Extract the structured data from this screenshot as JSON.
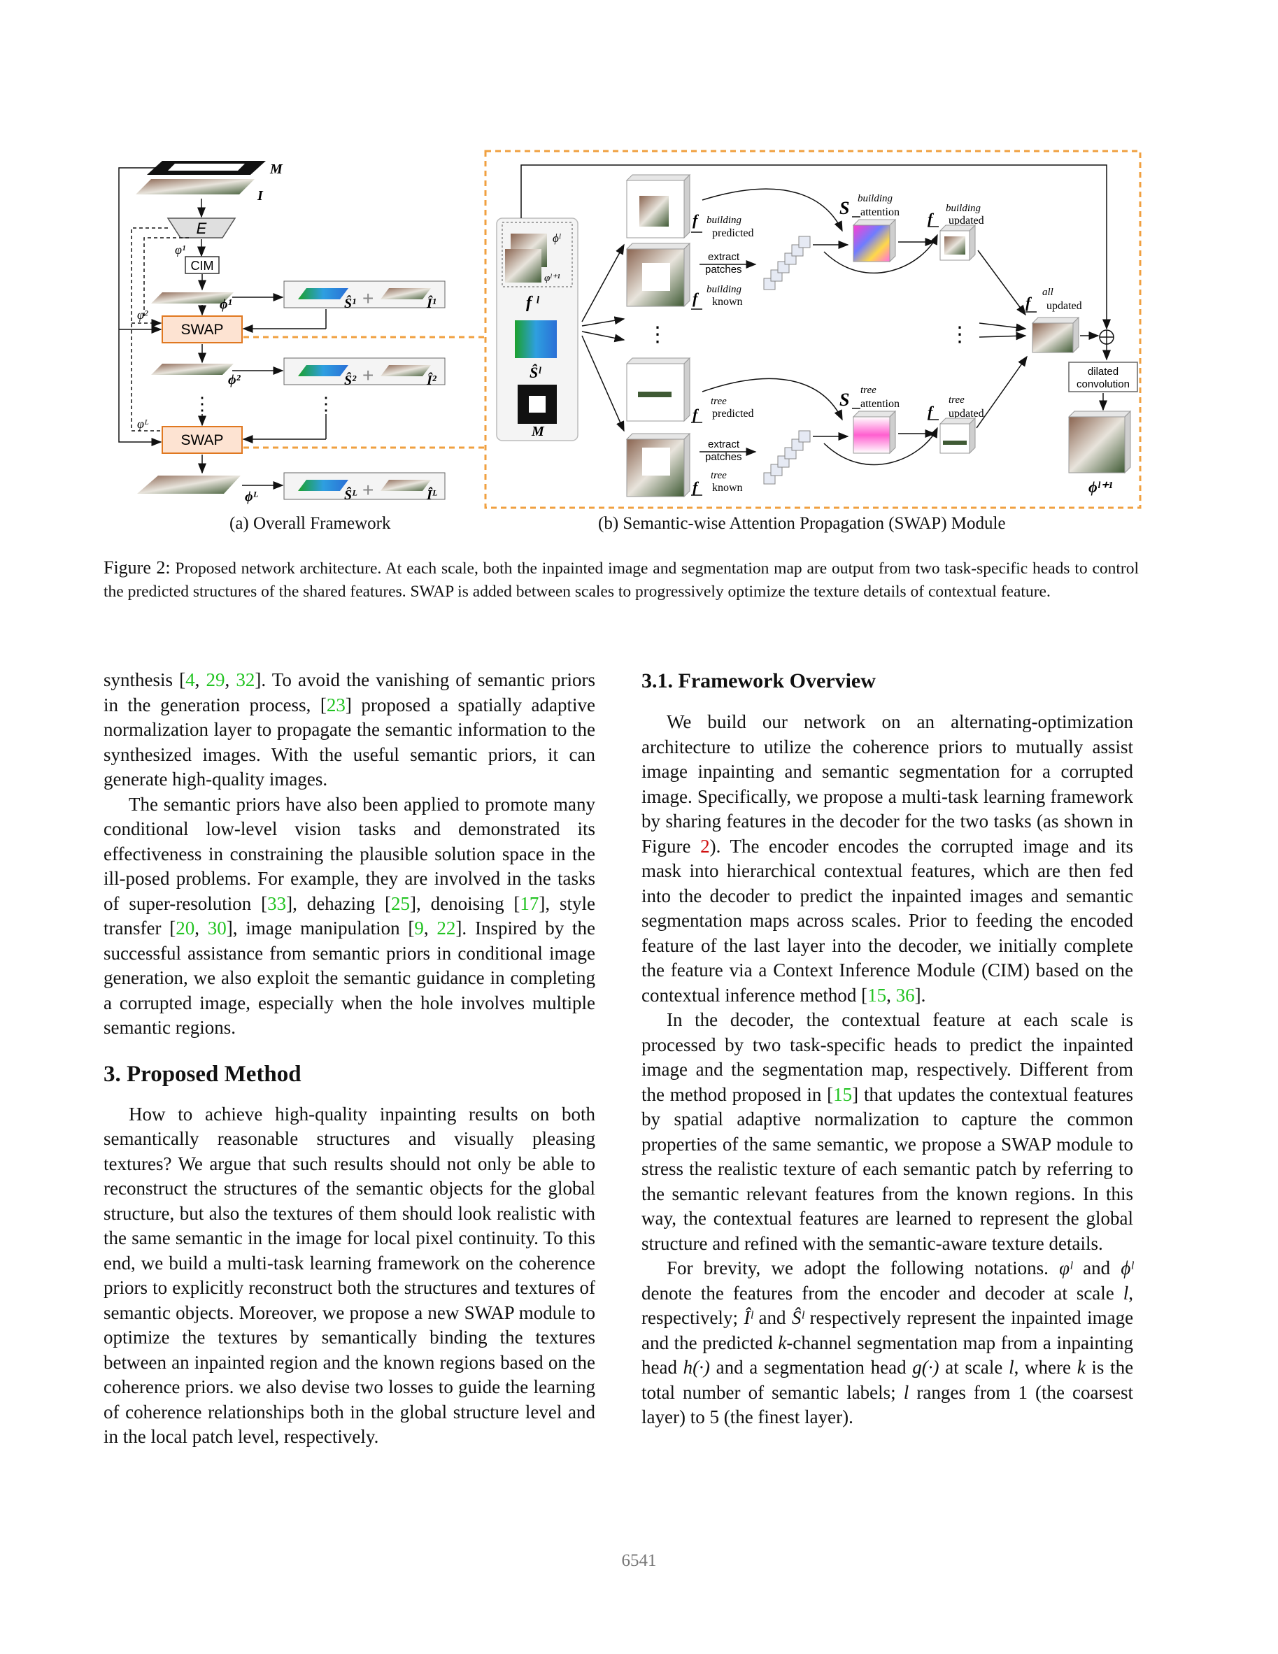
{
  "figure": {
    "panel_a": {
      "caption": "(a) Overall Framework",
      "labels": {
        "M": "M",
        "I": "I",
        "E": "E",
        "phi_var1": "φ¹",
        "cim": "CIM",
        "phi1": "ϕ¹",
        "S1": "Ŝ¹",
        "I1": "Î¹",
        "phi_var2": "φ²",
        "swap": "SWAP",
        "phi2": "ϕ²",
        "S2": "Ŝ²",
        "I2": "Î²",
        "phi_varL": "φᴸ",
        "phiL": "ϕᴸ",
        "SL": "Ŝᴸ",
        "IL": "Îᴸ",
        "plus": "+",
        "dots": "⋮"
      }
    },
    "panel_b": {
      "caption": "(b) Semantic-wise Attention Propagation (SWAP) Module",
      "labels": {
        "phi_l": "ϕˡ",
        "phi_l1": "φˡ⁺¹",
        "f_l": "f ˡ",
        "S_l": "Ŝˡ",
        "M": "M",
        "f": "f",
        "building": "building",
        "tree": "tree",
        "all": "all",
        "predicted": "predicted",
        "known": "known",
        "updated": "updated",
        "attention": "attention",
        "S": "S",
        "extract": "extract",
        "patches": "patches",
        "dilated": "dilated",
        "convolution": "convolution",
        "phi_out": "ϕˡ⁺¹",
        "dots": "⋮",
        "oplus": "⊕"
      }
    },
    "caption_label": "Figure 2:",
    "caption_text": "Proposed network architecture. At each scale, both the inpainted image and segmentation map are output from two task-specific heads to control the predicted structures of the shared features. SWAP is added between scales to progressively optimize the texture details of contextual feature."
  },
  "left_column": {
    "p1": {
      "t1": "synthesis [",
      "r1": "4",
      "t2": ", ",
      "r2": "29",
      "t3": ", ",
      "r3": "32",
      "t4": "]. To avoid the vanishing of semantic priors in the generation process, [",
      "r4": "23",
      "t5": "] proposed a spatially adaptive normalization layer to propagate the semantic information to the synthesized images. With the useful semantic priors, it can generate high-quality images."
    },
    "p2": {
      "t1": "The semantic priors have also been applied to promote many conditional low-level vision tasks and demonstrated its effectiveness in constraining the plausible solution space in the ill-posed problems. For example, they are involved in the tasks of super-resolution [",
      "r1": "33",
      "t2": "], dehazing [",
      "r2": "25",
      "t3": "], denoising [",
      "r3": "17",
      "t4": "], style transfer [",
      "r4": "20",
      "t5": ", ",
      "r5": "30",
      "t6": "], image manipulation [",
      "r6": "9",
      "t7": ", ",
      "r7": "22",
      "t8": "]. Inspired by the successful assistance from semantic priors in conditional image generation, we also exploit the semantic guidance in completing a corrupted image, especially when the hole involves multiple semantic regions."
    },
    "heading": "3. Proposed Method",
    "p3": "How to achieve high-quality inpainting results on both semantically reasonable structures and visually pleasing textures? We argue that such results should not only be able to reconstruct the structures of the semantic objects for the global structure, but also the textures of them should look realistic with the same semantic in the image for local pixel continuity. To this end, we build a multi-task learning framework on the coherence priors to explicitly reconstruct both the structures and textures of semantic objects. Moreover, we propose a new SWAP module to optimize the textures by semantically binding the textures between an inpainted region and the known regions based on the coherence priors. we also devise two losses to guide the learning of coherence relationships both in the global structure level and in the local patch level, respectively."
  },
  "right_column": {
    "heading": "3.1. Framework Overview",
    "p1": {
      "t1": "We build our network on an alternating-optimization architecture to utilize the coherence priors to mutually assist image inpainting and semantic segmentation for a corrupted image. Specifically, we propose a multi-task learning framework by sharing features in the decoder for the two tasks (as shown in Figure ",
      "fig": "2",
      "t2": "). The encoder encodes the corrupted image and its mask into hierarchical contextual features, which are then fed into the decoder to predict the inpainted images and semantic segmentation maps across scales. Prior to feeding the encoded feature of the last layer into the decoder, we initially complete the feature via a Context Inference Module (CIM) based on the contextual inference method [",
      "r1": "15",
      "t3": ", ",
      "r2": "36",
      "t4": "]."
    },
    "p2": {
      "t1": "In the decoder, the contextual feature at each scale is processed by two task-specific heads to predict the inpainted image and the segmentation map, respectively. Different from the method proposed in [",
      "r1": "15",
      "t2": "] that updates the contextual features by spatial adaptive normalization to capture the common properties of the same semantic, we propose a SWAP module to stress the realistic texture of each semantic patch by referring to the semantic relevant features from the known regions. In this way, the contextual features are learned to represent the global structure and refined with the semantic-aware texture details."
    },
    "p3": {
      "t1": "For brevity, we adopt the following notations.",
      "m1": "φˡ",
      "t2": "and",
      "m2": "ϕˡ",
      "t3": "denote the features from the encoder and decoder at scale",
      "m3": "l",
      "t4": ", respectively;",
      "m4": "Îˡ",
      "t5": "and",
      "m5": "Ŝˡ",
      "t6": "respectively represent the inpainted image and the predicted",
      "m6": "k",
      "t7": "-channel segmentation map from a inpainting head",
      "m7": "h(·)",
      "t8": "and a segmentation head",
      "m8": "g(·)",
      "t9": "at scale",
      "m9": "l",
      "t10": ", where",
      "m10": "k",
      "t11": "is the total number of semantic labels;",
      "m11": "l",
      "t12": "ranges from 1 (the coarsest layer) to 5 (the finest layer)."
    }
  },
  "page_number": "6541",
  "colors": {
    "citation": "#22c322",
    "figure_ref": "#d01010",
    "swap_box": "#fde3d2",
    "swap_border": "#e07820",
    "dashed_orange": "#f0a040"
  }
}
